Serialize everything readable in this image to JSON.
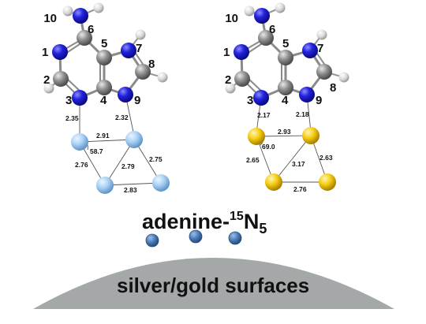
{
  "colors": {
    "nitrogen": "#1f1fd6",
    "carbon": "#8c8c8c",
    "hydrogen": "#e6e6e6",
    "silver": "#a9d1f5",
    "gold": "#ffd21a",
    "surface": "#a4a8a8",
    "adsorbate": "#4a7ab5"
  },
  "atom_labels": [
    "10",
    "6",
    "5",
    "7",
    "1",
    "8",
    "2",
    "3",
    "4",
    "9"
  ],
  "left_panel": {
    "metal": "silver",
    "distances": [
      "2.35",
      "2.32",
      "2.91",
      "58.7",
      "2.76",
      "2.79",
      "2.75",
      "2.83"
    ]
  },
  "right_panel": {
    "metal": "gold",
    "distances": [
      "2.17",
      "2.18",
      "2.93",
      "69.0",
      "2.65",
      "3.17",
      "2.63",
      "2.76"
    ]
  },
  "caption": {
    "molecule": "adenine-",
    "isotope_sup": "15",
    "element": "N",
    "element_sub": "5"
  },
  "surface_text": "silver/gold surfaces"
}
